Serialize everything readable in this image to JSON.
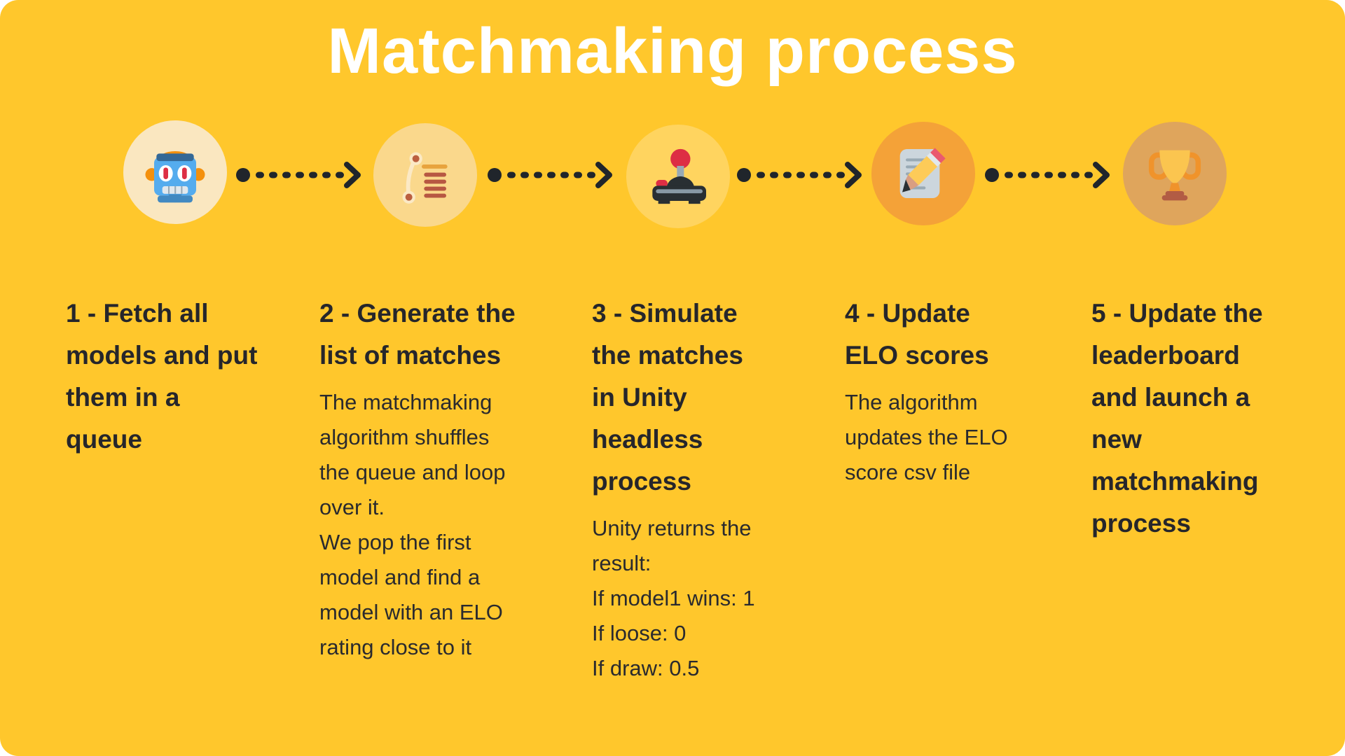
{
  "title": "Matchmaking process",
  "colors": {
    "background": "#FFC72C",
    "title_text": "#FFFFFF",
    "body_text": "#26262B",
    "arrow": "#20252B",
    "step_circles": [
      "#FAE7C0",
      "#FAD88C",
      "#FFD45F",
      "#F4A238",
      "#DFA55C"
    ]
  },
  "steps": [
    {
      "icon": "robot-icon",
      "heading": "1 - Fetch all\nmodels and put\nthem in a\nqueue",
      "body": ""
    },
    {
      "icon": "list-scroll-icon",
      "heading": "2 - Generate the\nlist of matches",
      "body": "The matchmaking\nalgorithm shuffles\nthe queue and loop\nover it.\nWe pop the first\nmodel and find a\nmodel with an ELO\nrating close to it"
    },
    {
      "icon": "joystick-icon",
      "heading": "3 - Simulate\nthe matches\nin Unity\nheadless\nprocess",
      "body": "Unity returns the\nresult:\nIf model1 wins: 1\nIf loose: 0\nIf draw: 0.5"
    },
    {
      "icon": "memo-pencil-icon",
      "heading": "4 - Update\nELO scores",
      "body": "The algorithm\nupdates the ELO\nscore csv file"
    },
    {
      "icon": "trophy-icon",
      "heading": "5 - Update the\nleaderboard\nand launch a\nnew\nmatchmaking\nprocess",
      "body": ""
    }
  ]
}
